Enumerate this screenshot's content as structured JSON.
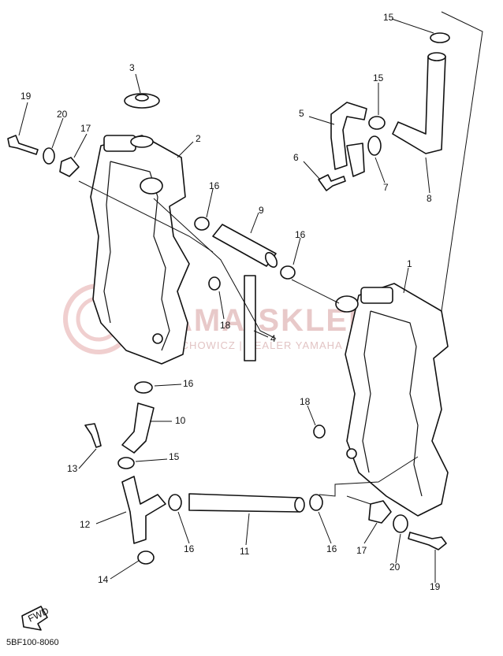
{
  "diagram_code": "5BF100-8060",
  "watermark": {
    "title": "YAMA-SKLEP.PL",
    "subtitle": "CIECHOWICZ | DEALER YAMAHA"
  },
  "fwd_label": "FWD",
  "callouts": [
    "1",
    "2",
    "3",
    "4",
    "5",
    "6",
    "7",
    "8",
    "9",
    "10",
    "11",
    "12",
    "13",
    "14",
    "15",
    "15",
    "15",
    "16",
    "16",
    "16",
    "16",
    "16",
    "17",
    "17",
    "18",
    "18",
    "19",
    "19",
    "20",
    "20"
  ]
}
